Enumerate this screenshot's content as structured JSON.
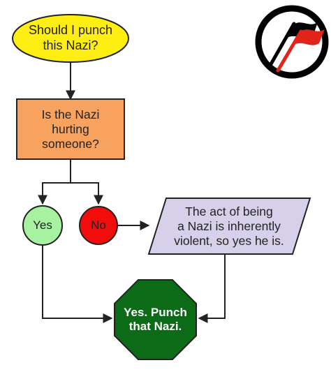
{
  "diagram": {
    "start": {
      "text": "Should I punch\nthis Nazi?"
    },
    "question": {
      "text": "Is the Nazi\nhurting\nsomeone?"
    },
    "yes": {
      "text": "Yes"
    },
    "no": {
      "text": "No"
    },
    "statement": {
      "text": "The act of being\na Nazi is inherently\nviolent, so yes he is."
    },
    "result": {
      "text": "Yes. Punch\nthat Nazi."
    }
  },
  "logo": {
    "name": "antifa-flags-logo"
  },
  "colors": {
    "start_fill": "#ffee11",
    "question_fill": "#f7a35f",
    "yes_fill": "#a6f2a0",
    "no_fill": "#f20c0c",
    "statement_fill": "#d6d0ea",
    "result_fill": "#0c6b17",
    "logo_red": "#e2231a",
    "stroke": "#222222"
  }
}
